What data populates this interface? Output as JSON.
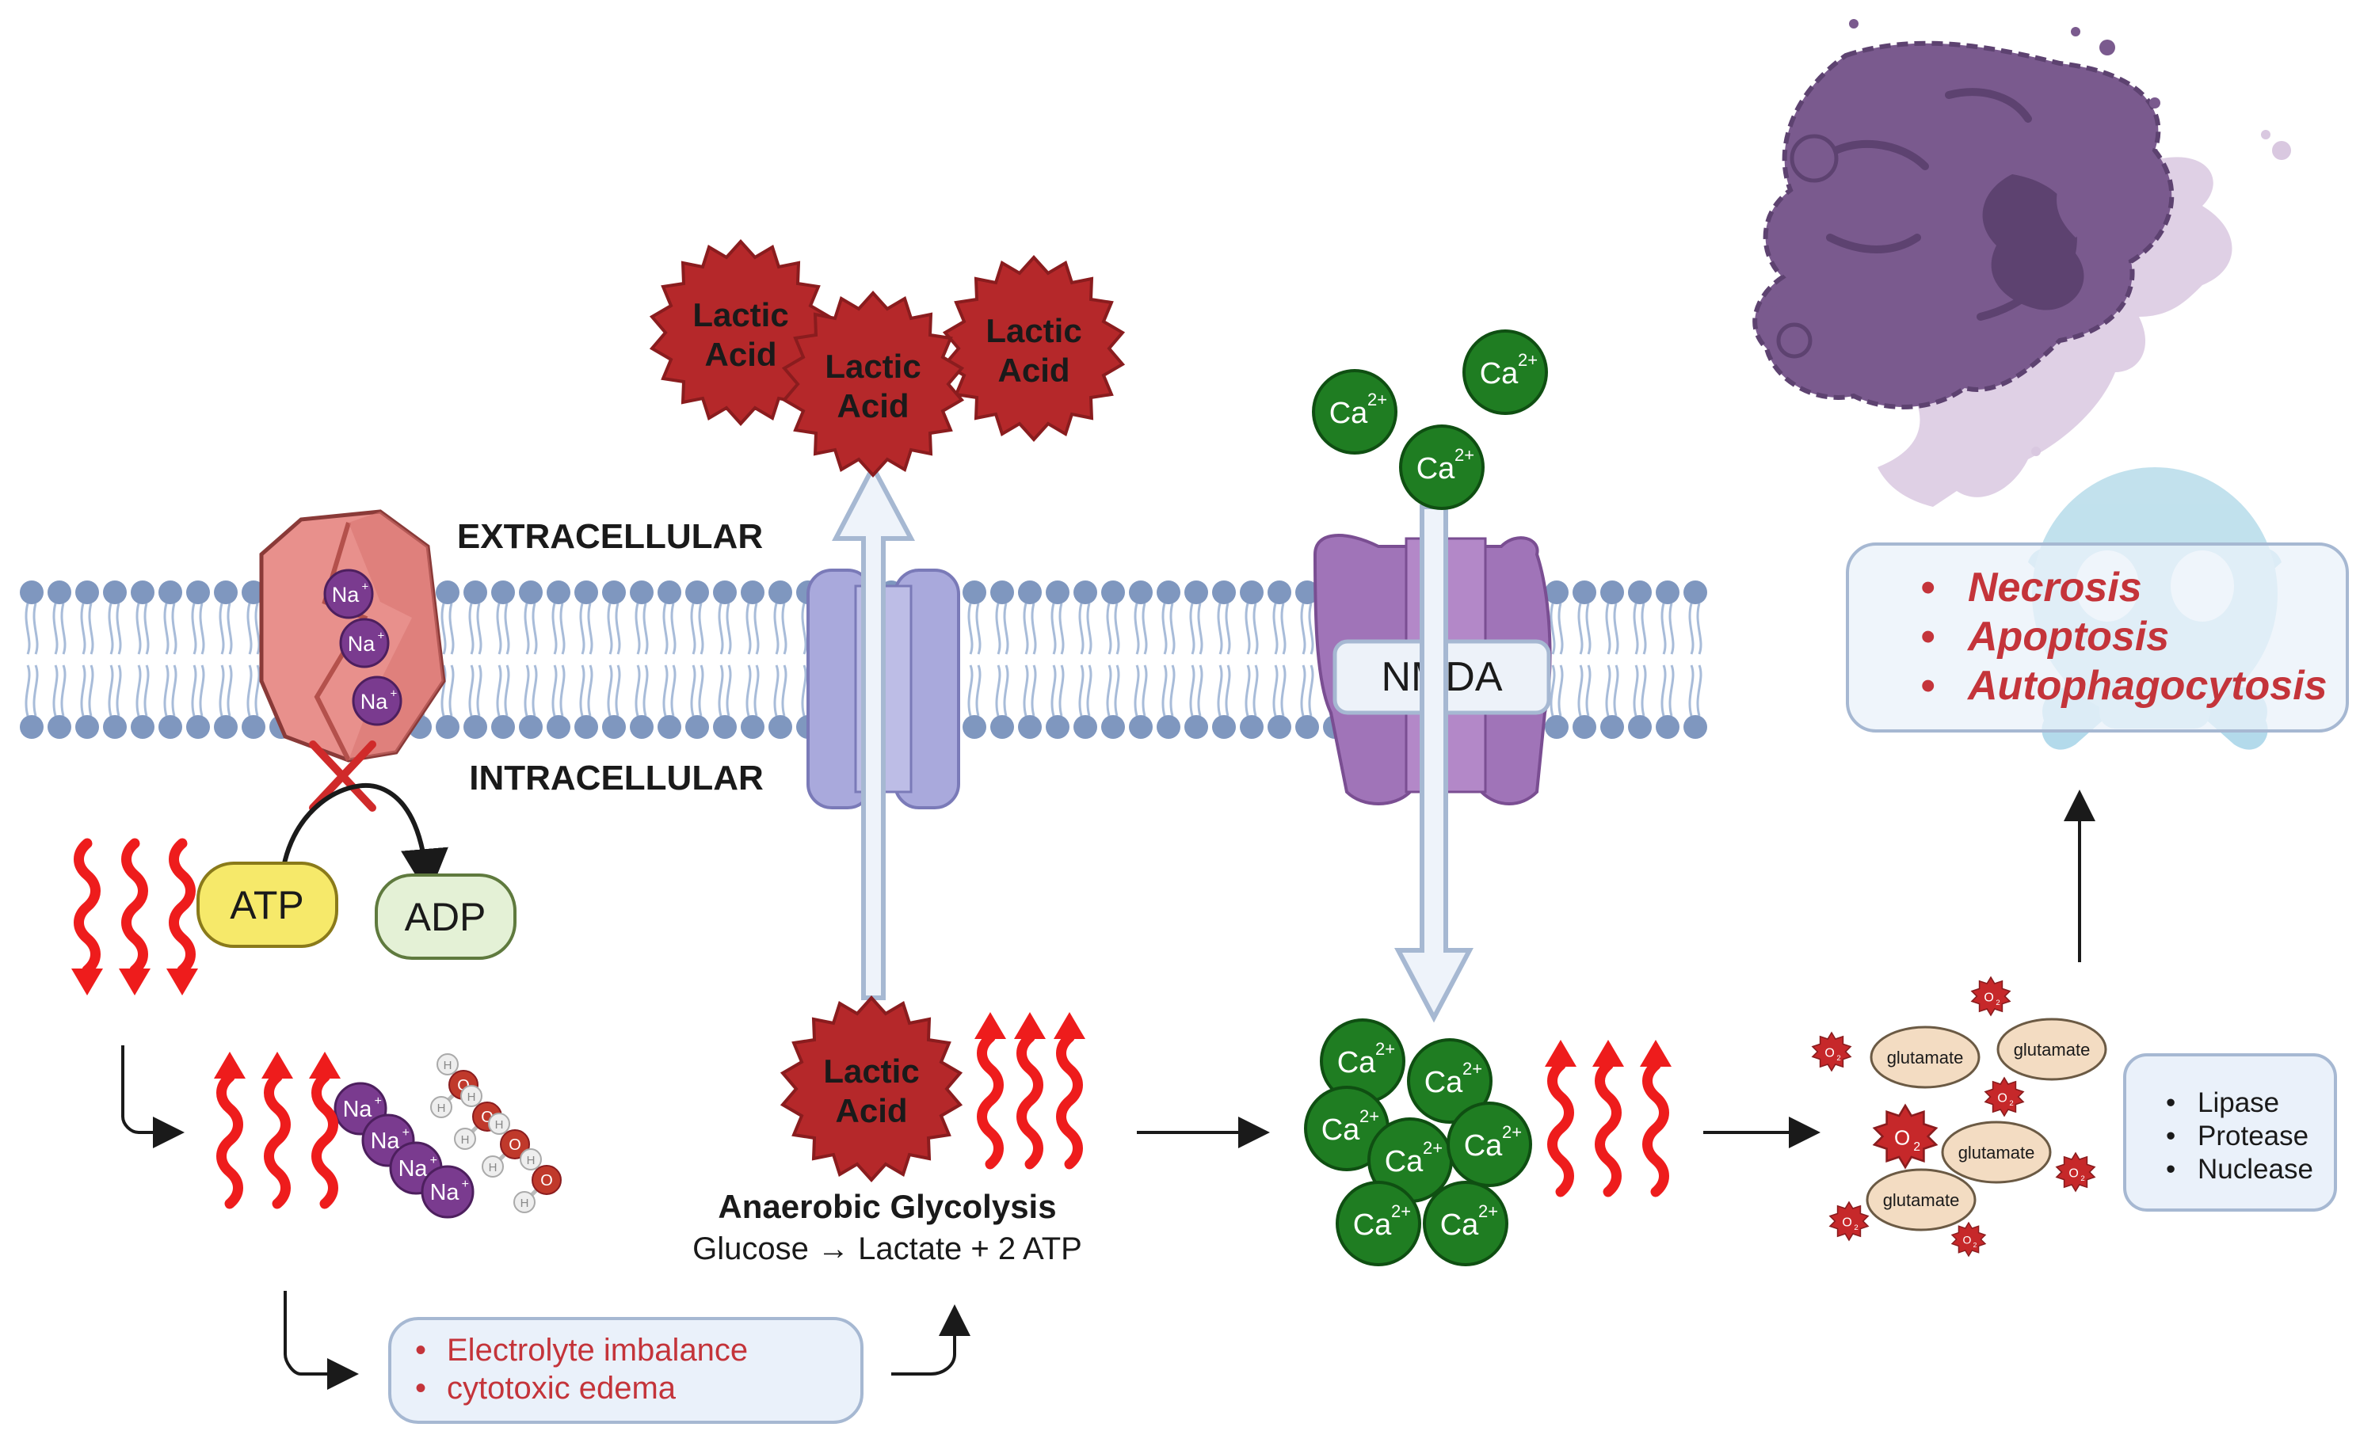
{
  "labels": {
    "extracellular": "EXTRACELLULAR",
    "intracellular": "INTRACELLULAR",
    "nmda": "NMDA",
    "atp": "ATP",
    "adp": "ADP",
    "lactic_acid": "Lactic\nAcid",
    "anaerobic_title": "Anaerobic Glycolysis",
    "anaerobic_equation": "Glucose → Lactate + 2 ATP",
    "sodium": "Na",
    "sodium_charge": "+",
    "calcium": "Ca",
    "calcium_charge": "2+",
    "glutamate": "glutamate",
    "oxygen_atom": "O",
    "hydrogen_atom": "H",
    "superoxide": "O",
    "superoxide_sub": "2"
  },
  "bottom_box": [
    "Electrolyte imbalance",
    "cytotoxic edema"
  ],
  "outcome_box": [
    "Necrosis",
    "Apoptosis",
    "Autophagocytosis"
  ],
  "enzyme_box": [
    "Lipase",
    "Protease",
    "Nuclease"
  ],
  "colors": {
    "membrane_head": "#7f97bf",
    "membrane_tail": "#a8bcd9",
    "lactic_acid": "#b5282a",
    "calcium": "#1f7d22",
    "sodium": "#7a3b8f",
    "nmda": "#a074b8",
    "transporter": "#a9a9dc",
    "pump": "#e8908c",
    "atp": "#f6e96a",
    "adp": "#e4f1d6",
    "heat_arrow": "#ee1c1c",
    "box_fill": "#eaf1fa",
    "box_border": "#a6b8d2",
    "red_text": "#c4343a",
    "glutamate": "#f3dcc2",
    "dead_cell": "#7a5a8e",
    "skull": "#b7dcea"
  },
  "icons": [
    "dead-cell-icon",
    "skull-crossbones-icon",
    "heat-wave-icon",
    "sodium-pump-icon"
  ]
}
